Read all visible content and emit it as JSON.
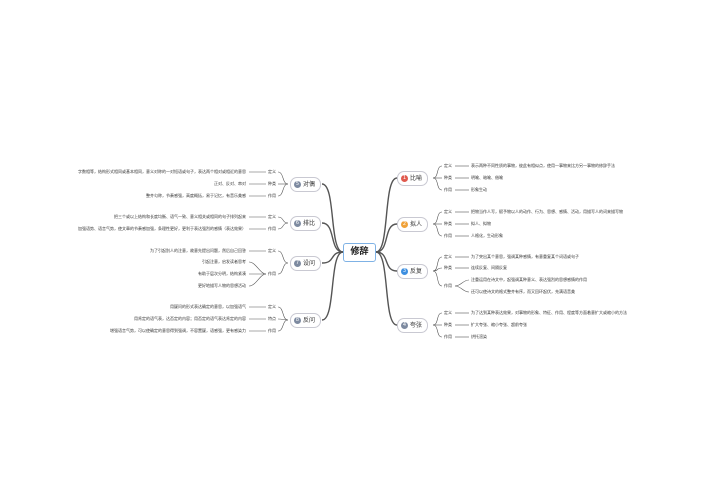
{
  "root": "修辞",
  "branches": [
    {
      "num": "1",
      "label": "比喻",
      "color": "#e05a4e",
      "items": [
        {
          "key": "定义",
          "texts": [
            "表示两种不同性质的事物，彼此有相似点，使用一事物来比方另一事物的修辞手法"
          ]
        },
        {
          "key": "种类",
          "texts": [
            "明喻、暗喻、借喻"
          ]
        },
        {
          "key": "作用",
          "texts": [
            "形象生动"
          ]
        }
      ]
    },
    {
      "num": "2",
      "label": "拟人",
      "color": "#f0a23a",
      "items": [
        {
          "key": "定义",
          "texts": [
            "把物当作人写，赋予物以人的动作、行为、思想、感情、活动，用描写人的词来描写物"
          ]
        },
        {
          "key": "种类",
          "texts": [
            "拟人、拟物"
          ]
        },
        {
          "key": "作用",
          "texts": [
            "人格化，生动形象"
          ]
        }
      ]
    },
    {
      "num": "3",
      "label": "反复",
      "color": "#3d8fe0",
      "items": [
        {
          "key": "定义",
          "texts": [
            "为了突出某个意思，强调某种感情，有意重复某个词语或句子"
          ]
        },
        {
          "key": "种类",
          "texts": [
            "连续反复、间隔反复"
          ]
        },
        {
          "key": "作用",
          "texts": [
            "注重运用在诗文中，起强调某种意义、表达强烈的思想感情的作用",
            "还可以使诗文的格式整齐有序，而又回环起伏，充满语音美"
          ]
        }
      ]
    },
    {
      "num": "4",
      "label": "夸张",
      "color": "#7d8aa0",
      "items": [
        {
          "key": "定义",
          "texts": [
            "为了达到某种表达效果，对事物的形象、特征、作用、程度等方面着意扩大或缩小的方法"
          ]
        },
        {
          "key": "种类",
          "texts": [
            "扩大夸张、缩小夸张、超前夸张"
          ]
        },
        {
          "key": "作用",
          "texts": [
            "烘托渲染"
          ]
        }
      ]
    },
    {
      "num": "5",
      "label": "对偶",
      "color": "#7d8aa0",
      "items": [
        {
          "key": "定义",
          "texts": [
            "字数相等，结构形式相同或基本相同，意义对称的一对短语或句子，表达两个相对或相近的意思"
          ]
        },
        {
          "key": "种类",
          "texts": [
            "正对、反对、串对"
          ]
        },
        {
          "key": "作用",
          "texts": [
            "整齐匀称，节奏感强，高度概括，易于记忆，有音乐美感"
          ]
        }
      ]
    },
    {
      "num": "6",
      "label": "排比",
      "color": "#7d8aa0",
      "items": [
        {
          "key": "定义",
          "texts": [
            "把三个或以上结构和长度均衡、语气一致、意义相关或相同的句子排列起来"
          ]
        },
        {
          "key": "作用",
          "texts": [
            "加强语势、语言气势，使文章的节奏感加强，条理性更好，更利于表达强烈的感情（表达效果）"
          ]
        }
      ]
    },
    {
      "num": "7",
      "label": "设问",
      "color": "#7d8aa0",
      "items": [
        {
          "key": "定义",
          "texts": [
            "为了引起别人的注意，故意先提出问题，然后自己回答"
          ]
        },
        {
          "key": "作用",
          "texts": [
            "引起注意，启发读者思考",
            "有助于层次分明，结构紧凑",
            "更好地描写人物的思想活动"
          ]
        }
      ]
    },
    {
      "num": "8",
      "label": "反问",
      "color": "#7d8aa0",
      "items": [
        {
          "key": "定义",
          "texts": [
            "用疑问的形式表达确定的意思，以加强语气"
          ]
        },
        {
          "key": "特点",
          "texts": [
            "用肯定的语气表，达否定的内容；用否定的语气表达肯定的内容"
          ]
        },
        {
          "key": "作用",
          "texts": [
            "增强语言气势，可以使确定的意思得到强调，不容置疑，语感强，更有感染力"
          ]
        }
      ]
    }
  ]
}
